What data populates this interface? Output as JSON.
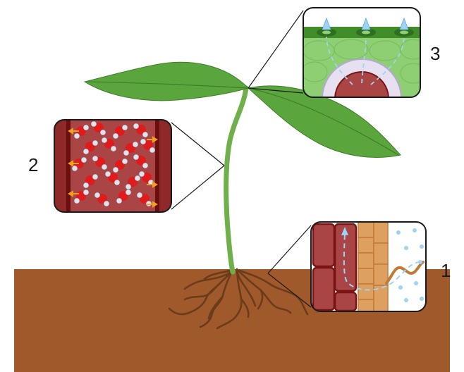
{
  "labels": {
    "one": "1",
    "two": "2",
    "three": "3"
  },
  "colors": {
    "soil": "#a0592b",
    "root": "#6b3c1a",
    "stem": "#6fb04a",
    "leaf": "#5aa63c",
    "xylem_wall": "#7a1414",
    "xylem_fill": "#a94545",
    "endodermis": "#d9974b",
    "water": "#9fd3f5",
    "oxygen_red": "#e01b1b",
    "leaf_tissue": "#8fcf73",
    "leaf_epidermis": "#3f8e2a"
  },
  "icons": {
    "inset_1": "root-water-uptake",
    "inset_2": "xylem-water-molecules",
    "inset_3": "leaf-transpiration"
  }
}
